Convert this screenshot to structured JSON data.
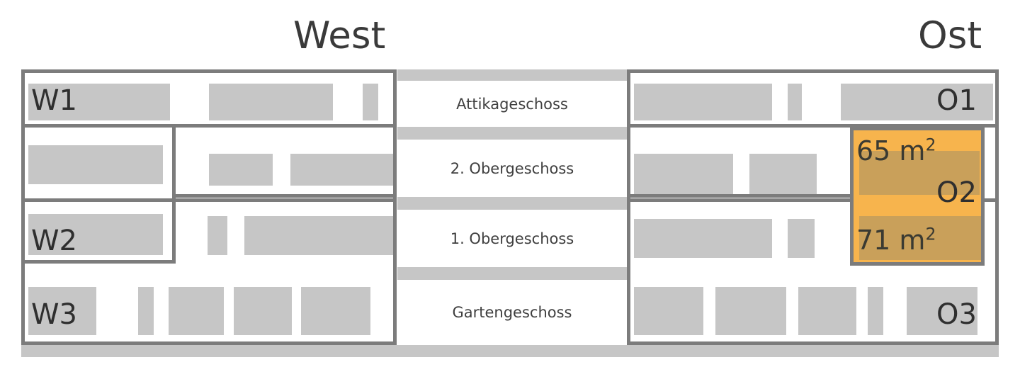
{
  "diagram": {
    "title_west": "West",
    "title_ost": "Ost",
    "floors": [
      {
        "key": "attika",
        "label": "Attikageschoss"
      },
      {
        "key": "og2",
        "label": "2. Obergeschoss"
      },
      {
        "key": "og1",
        "label": "1. Obergeschoss"
      },
      {
        "key": "garten",
        "label": "Gartengeschoss"
      }
    ],
    "units_west": [
      {
        "id": "W1",
        "label": "W1"
      },
      {
        "id": "W2",
        "label": "W2"
      },
      {
        "id": "W3",
        "label": "W3"
      }
    ],
    "units_ost": [
      {
        "id": "O1",
        "label": "O1"
      },
      {
        "id": "O2",
        "label": "O2"
      },
      {
        "id": "O3",
        "label": "O3"
      }
    ],
    "highlight": {
      "unit": "O2",
      "area_upper": "65 m",
      "area_upper_exp": "2",
      "area_lower": "71 m",
      "area_lower_exp": "2"
    },
    "colors": {
      "highlight_fill": "#f7b44d",
      "highlight_room": "#c9a05a",
      "room_fill": "#c6c6c6",
      "wall": "#7c7c7c",
      "text": "#3a3a3a",
      "background": "#ffffff"
    }
  }
}
